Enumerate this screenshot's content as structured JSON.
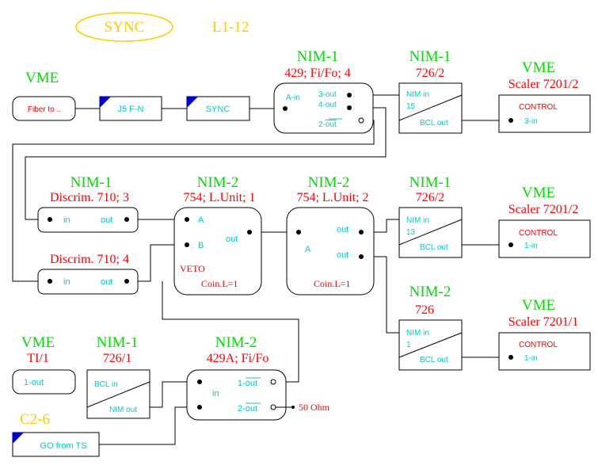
{
  "title": {
    "sync": "SYNC",
    "crate": "L1-12"
  },
  "chain_top": {
    "vme_label": "VME",
    "fiber_box": "Fiber to ..",
    "j5_box": "J5 F-N",
    "sync_box": "SYNC"
  },
  "nim1_429": {
    "header": "NIM-1",
    "sub": "429; Fi/Fo; 4",
    "a_in": "A-in",
    "out3": "3-out",
    "out4": "4-out",
    "out2": "2-",
    "out2_bar": "out"
  },
  "nim1_726_top": {
    "header": "NIM-1",
    "sub": "726/2",
    "nim_in": "NIM in",
    "num": "15",
    "bcl_out": "BCL out"
  },
  "vme_scaler_top": {
    "header": "VME",
    "sub": "Scaler 7201/2",
    "control": "CONTROL",
    "port": "3-in"
  },
  "disc1": {
    "header": "NIM-1",
    "sub": "Discrim. 710; 3",
    "in": "in",
    "out": "out"
  },
  "disc2": {
    "sub": "Discrim. 710; 4",
    "in": "in",
    "out": "out"
  },
  "lu1": {
    "header": "NIM-2",
    "sub": "754; L.Unit; 1",
    "a": "A",
    "b": "B",
    "out": "out",
    "veto": "VETO",
    "coin": "Coin.L=1"
  },
  "lu2": {
    "header": "NIM-2",
    "sub": "754; L.Unit; 2",
    "a": "A",
    "out1": "out",
    "out2": "out",
    "coin": "Coin.L=1"
  },
  "nim1_726_mid": {
    "header": "NIM-1",
    "sub": "726/2",
    "nim_in": "NIM in",
    "num": "13",
    "bcl_out": "BCL out"
  },
  "vme_scaler_mid": {
    "header": "VME",
    "sub": "Scaler 7201/2",
    "control": "CONTROL",
    "port": "1-in"
  },
  "nim2_726": {
    "header": "NIM-2",
    "sub": "726",
    "nim_in": "NIM in",
    "num": "1",
    "bcl_out": "BCL out"
  },
  "vme_scaler_bot": {
    "header": "VME",
    "sub": "Scaler 7201/1",
    "control": "CONTROL",
    "port": "1-in"
  },
  "ti": {
    "header": "VME",
    "sub": "TI/1",
    "port": "1-out"
  },
  "nim1_726_1": {
    "header": "NIM-1",
    "sub": "726/1",
    "bcl_in": "BCL in",
    "nim_out": "NIM out"
  },
  "nim2_429a": {
    "header": "NIM-2",
    "sub": "429A; Fi/Fo",
    "in": "in",
    "out1": "1-",
    "out1_bar": "out",
    "out2": "2-",
    "out2_bar": "out",
    "term": "50 Ohm"
  },
  "go_ts": {
    "header": "C2-6",
    "box": "GO from TS"
  },
  "colors": {
    "module_header": "#00dd00",
    "module_sub": "#ff0000",
    "port_label": "#00cccc",
    "highlight": "#ffcc00",
    "corner_marker": "#0000cc"
  }
}
